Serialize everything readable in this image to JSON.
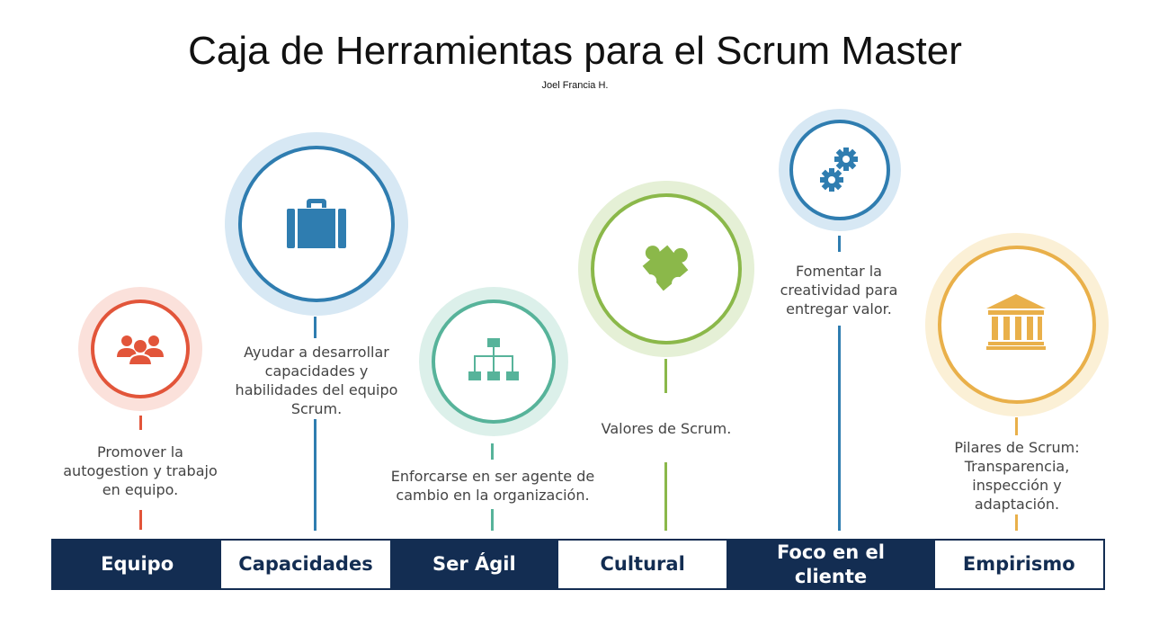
{
  "title": "Caja de Herramientas para el Scrum Master",
  "subtitle": "Joel Francia H.",
  "colors": {
    "orange": "#e2553a",
    "blue": "#2f7db0",
    "teal": "#57b39a",
    "green": "#8bb84a",
    "gold": "#e9b04a",
    "navy": "#132d52"
  },
  "items": [
    {
      "label": "Equipo",
      "description": "Promover la autogestion y trabajo en equipo.",
      "icon": "team-icon"
    },
    {
      "label": "Capacidades",
      "description": "Ayudar a desarrollar capacidades y habilidades del equipo Scrum.",
      "icon": "briefcase-icon"
    },
    {
      "label": "Ser Ágil",
      "description": "Enforcarse en ser agente de cambio en la organización.",
      "icon": "org-chart-icon"
    },
    {
      "label": "Cultural",
      "description": "Valores de Scrum.",
      "icon": "puzzle-icon"
    },
    {
      "label": "Foco en el cliente",
      "description": "Fomentar la creatividad para entregar valor.",
      "icon": "gears-icon"
    },
    {
      "label": "Empirismo",
      "description": "Pilares de Scrum: Transparencia, inspección y adaptación.",
      "icon": "institution-icon"
    }
  ]
}
